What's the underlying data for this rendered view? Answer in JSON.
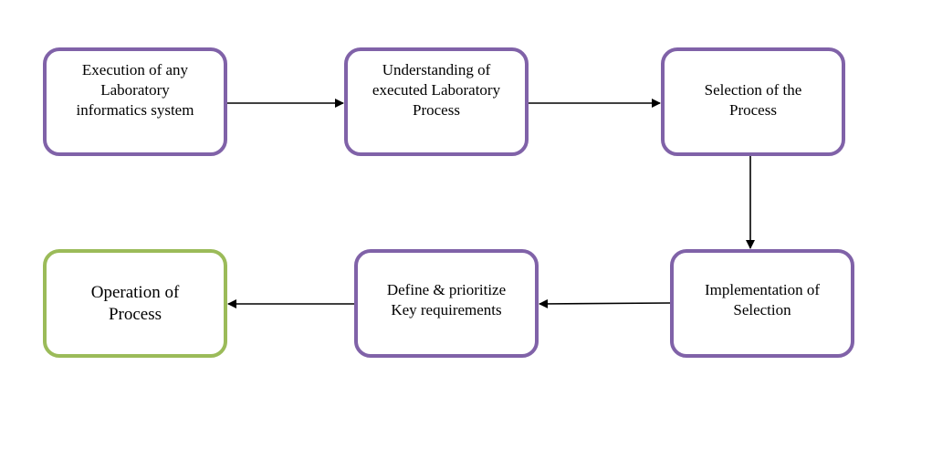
{
  "nodes": {
    "n1": "Execution of any\nLaboratory\ninformatics system",
    "n2": "Understanding of\nexecuted Laboratory\nProcess",
    "n3": "Selection of the\nProcess",
    "n4": "Implementation of\nSelection",
    "n5": "Define & prioritize\nKey requirements",
    "n6": "Operation of\nProcess"
  },
  "colors": {
    "process_border": "#8062a8",
    "final_border": "#9bbb59",
    "arrow": "#000000"
  }
}
